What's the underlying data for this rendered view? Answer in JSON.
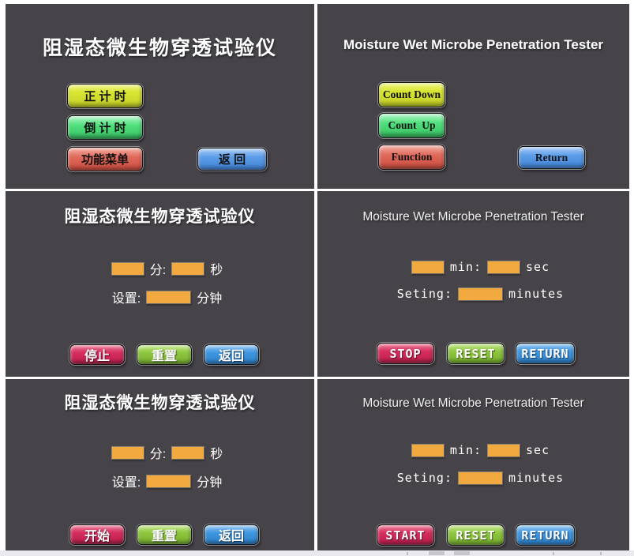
{
  "colors": {
    "panel_background": "#474449",
    "divider": "#ffffff",
    "button_yellow": "#d9e532",
    "button_green": "#50df7c",
    "button_salmon": "#e06b5d",
    "button_blue": "#5c9de9",
    "button_crimson": "#d42e5e",
    "button_lime": "#8dc63f",
    "button_mid_blue": "#3f97e1",
    "input_field_orange": "#f2a93f"
  },
  "panels": {
    "menu_cn": {
      "title": "阻湿态微生物穿透试验仪",
      "buttons": [
        {
          "label": "正 计 时"
        },
        {
          "label": "倒 计 时"
        },
        {
          "label": "功能菜单"
        }
      ],
      "return_label": "返 回"
    },
    "menu_en": {
      "title": "Moisture Wet Microbe Penetration Tester",
      "buttons": [
        {
          "label": "Count Down"
        },
        {
          "label": "Count  Up"
        },
        {
          "label": "Function"
        }
      ],
      "return_label": "Return"
    },
    "timer_stop_cn": {
      "title": "阻湿态微生物穿透试验仪",
      "minutes_value": "",
      "min_label": "分:",
      "seconds_value": "",
      "sec_label": "秒",
      "setting_label": "设置:",
      "setting_value": "",
      "unit_label": "分钟",
      "stop_label": "停止",
      "reset_label": "重置",
      "return_label": "返回"
    },
    "timer_stop_en": {
      "title": "Moisture Wet Microbe Penetration Tester",
      "minutes_value": "",
      "min_label": "min:",
      "seconds_value": "",
      "sec_label": "sec",
      "setting_label": "Seting:",
      "setting_value": "",
      "unit_label": "minutes",
      "stop_label": "STOP",
      "reset_label": "RESET",
      "return_label": "RETURN"
    },
    "timer_start_cn": {
      "title": "阻湿态微生物穿透试验仪",
      "minutes_value": "",
      "min_label": "分:",
      "seconds_value": "",
      "sec_label": "秒",
      "setting_label": "设置:",
      "setting_value": "",
      "unit_label": "分钟",
      "start_label": "开始",
      "reset_label": "重置",
      "return_label": "返回"
    },
    "timer_start_en": {
      "title": "Moisture Wet Microbe Penetration Tester",
      "minutes_value": "",
      "min_label": "min:",
      "seconds_value": "",
      "sec_label": "sec",
      "setting_label": "Seting:",
      "setting_value": "",
      "unit_label": "minutes",
      "start_label": "START",
      "reset_label": "RESET",
      "return_label": "RETURN"
    }
  }
}
